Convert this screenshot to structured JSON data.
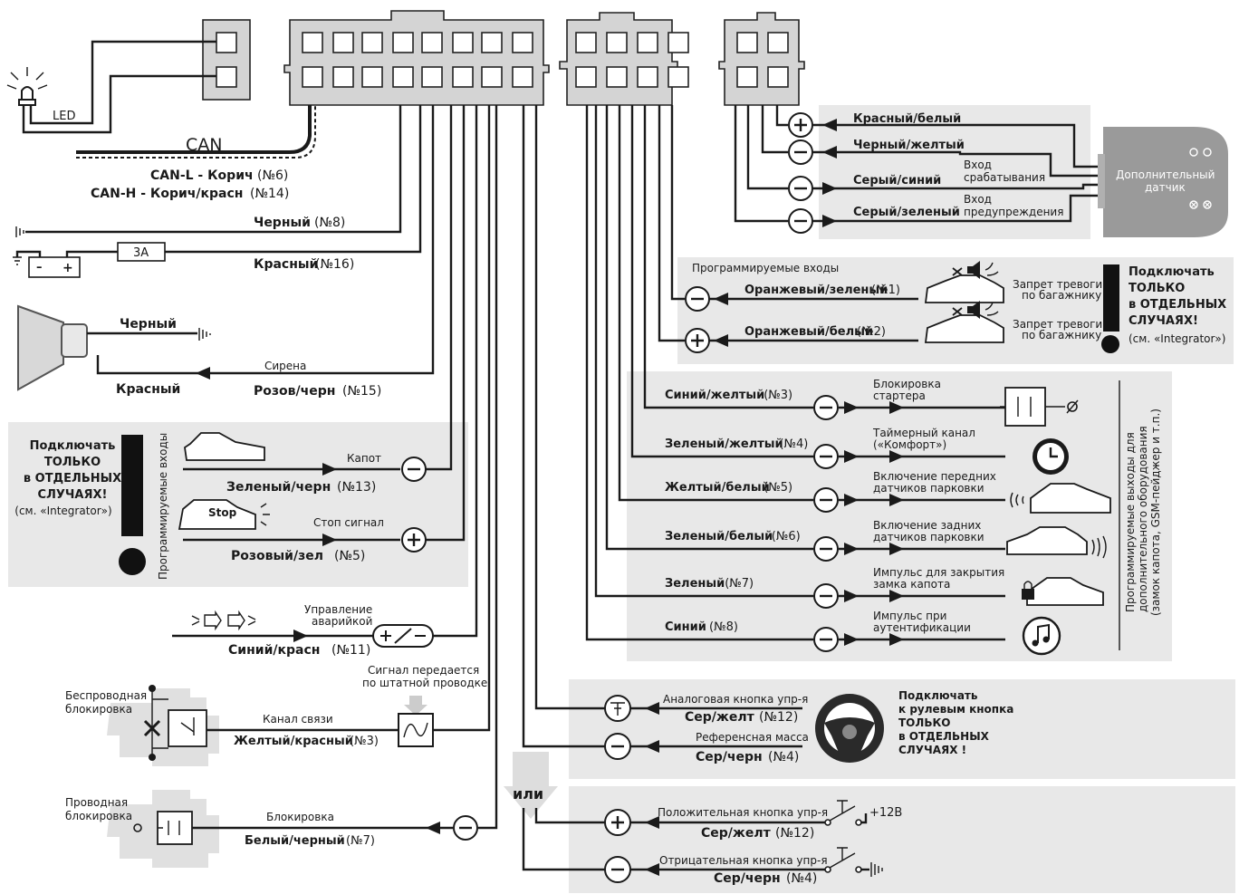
{
  "top": {
    "led": "LED",
    "can": "CAN",
    "can_l": "CAN-L - Корич",
    "can_l_num": "(№6)",
    "can_h": "CAN-H - Корич/красн",
    "can_h_num": "(№14)"
  },
  "power": {
    "black": "Черный",
    "black_num": "(№8)",
    "fuse": "3A",
    "red": "Красный",
    "red_num": "(№16)",
    "batt_minus": "–",
    "batt_plus": "+"
  },
  "siren": {
    "black": "Черный",
    "red": "Красный",
    "label": "Сирена",
    "wire": "Розов/черн",
    "wire_num": "(№15)"
  },
  "left_inputs": {
    "notice_lines": [
      "Подключать",
      "ТОЛЬКО",
      "в ОТДЕЛЬНЫХ",
      "СЛУЧАЯХ!"
    ],
    "notice_ref": "(см. «Integrator»)",
    "vertical": "Программируемые входы",
    "hood": "Капот",
    "hood_wire": "Зеленый/черн",
    "hood_num": "(№13)",
    "stop_sign": "Stop",
    "brake": "Стоп сигнал",
    "brake_wire": "Розовый/зел",
    "brake_num": "(№5)"
  },
  "hazard": {
    "label1": "Управление",
    "label2": "аварийкой",
    "wire": "Синий/красн",
    "wire_num": "(№11)",
    "note1": "Сигнал передается",
    "note2": "по штатной проводке"
  },
  "immobilizer": {
    "wireless1": "Беспроводная",
    "wireless2": "блокировка",
    "link": "Канал связи",
    "link_wire": "Желтый/красный",
    "link_num": "(№3)",
    "wired1": "Проводная",
    "wired2": "блокировка",
    "lock": "Блокировка",
    "lock_wire": "Белый/черный",
    "lock_num": "(№7)"
  },
  "sensor": {
    "w1": "Красный/белый",
    "w2": "Черный/желтый",
    "w3": "Серый/синий",
    "w4": "Серый/зеленый",
    "in1a": "Вход",
    "in1b": "срабатывания",
    "in2a": "Вход",
    "in2b": "предупреждения",
    "box1": "Дополнительный",
    "box2": "датчик"
  },
  "trunk": {
    "title": "Программируемые входы",
    "w1": "Оранжевый/зеленый",
    "w1_num": "(№1)",
    "w2": "Оранжевый/белый",
    "w2_num": "(№2)",
    "ban1": "Запрет тревоги",
    "ban2": "по багажнику",
    "notice_lines": [
      "Подключать",
      "ТОЛЬКО",
      "в ОТДЕЛЬНЫХ",
      "СЛУЧАЯХ!"
    ],
    "notice_ref": "(см. «Integrator»)"
  },
  "outputs": {
    "vertical1": "Программируемые выходы для",
    "vertical2": "дополнительного оборудования",
    "vertical3": "(замок капота, GSM-пейджер и т.п.)",
    "rows": [
      {
        "wire": "Синий/желтый",
        "num": "(№3)",
        "d1": "Блокировка",
        "d2": "стартера"
      },
      {
        "wire": "Зеленый/желтый",
        "num": "(№4)",
        "d1": "Таймерный канал",
        "d2": "(«Комфорт»)"
      },
      {
        "wire": "Желтый/белый",
        "num": "(№5)",
        "d1": "Включение передних",
        "d2": "датчиков парковки"
      },
      {
        "wire": "Зеленый/белый",
        "num": "(№6)",
        "d1": "Включение задних",
        "d2": "датчиков парковки"
      },
      {
        "wire": "Зеленый",
        "num": "(№7)",
        "d1": "Импульс для закрытия",
        "d2": "замка капота"
      },
      {
        "wire": "Синий",
        "num": "(№8)",
        "d1": "Импульс при",
        "d2": "аутентификации"
      }
    ]
  },
  "steering": {
    "analog": "Аналоговая кнопка упр-я",
    "w1": "Сер/желт",
    "w1_num": "(№12)",
    "ref": "Референсная масса",
    "w2": "Сер/черн",
    "w2_num": "(№4)",
    "notice_lines": [
      "Подключать",
      "к рулевым кнопка",
      "ТОЛЬКО",
      "в ОТДЕЛЬНЫХ",
      "СЛУЧАЯХ !"
    ],
    "or": "или",
    "pos": "Положительная кнопка упр-я",
    "w3": "Сер/желт",
    "w3_num": "(№12)",
    "v12": "+12В",
    "neg": "Отрицательная кнопка упр-я",
    "w4": "Сер/черн",
    "w4_num": "(№4)"
  }
}
